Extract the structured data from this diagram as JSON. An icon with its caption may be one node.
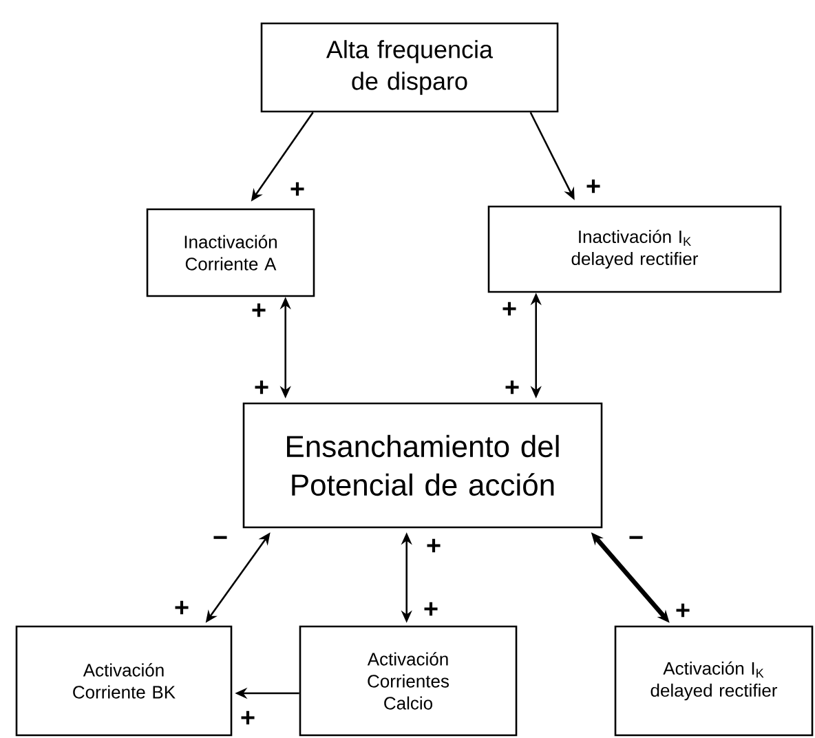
{
  "diagram": {
    "nodes": [
      {
        "text": [
          "Alta frequencia de disparo"
        ]
      },
      {
        "text": [
          "Inactivación Corriente A"
        ]
      },
      {
        "text": [
          "Inactivación I$_{K}$ delayed rectifier"
        ]
      },
      {
        "text": [
          "Ensanchamiento del Potencial de acción"
        ]
      },
      {
        "text": [
          "Activación Corriente BK"
        ]
      },
      {
        "text": [
          "Activación Corrientes Calcio"
        ]
      },
      {
        "text": [
          "Activación I$_{K}$ delayed rectifier"
        ]
      }
    ],
    "edges": [
      {
        "from": 0,
        "to": 1,
        "arrow": "to"
      },
      {
        "from": 0,
        "to": 2,
        "arrow": "to"
      },
      {
        "from": 1,
        "to": 3,
        "arrow": "both"
      },
      {
        "from": 2,
        "to": 3,
        "arrow": "both"
      },
      {
        "from": 3,
        "to": 4,
        "arrow": "both"
      },
      {
        "from": 3,
        "to": 5,
        "arrow": "both"
      },
      {
        "from": 3,
        "to": 6,
        "arrow": "both",
        "style": "thick"
      },
      {
        "from": 5,
        "to": 4,
        "arrow": "to"
      }
    ],
    "labels": [
      "+",
      "+",
      "+",
      "+",
      "+",
      "+",
      "−",
      "+",
      "−",
      "+",
      "+",
      "+",
      "+"
    ]
  }
}
